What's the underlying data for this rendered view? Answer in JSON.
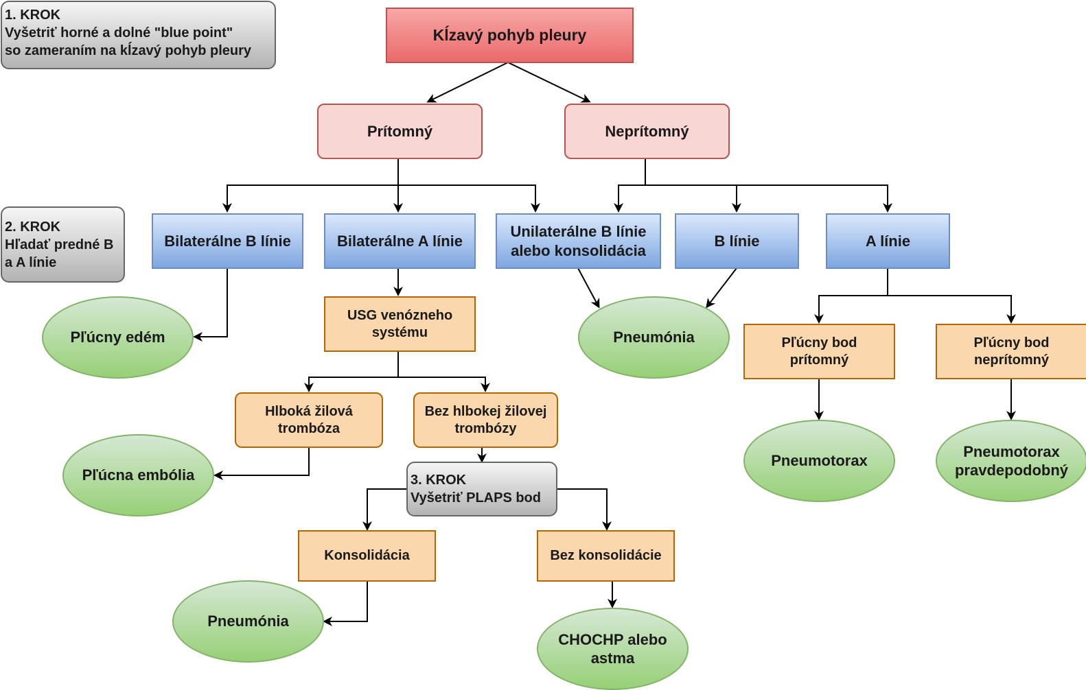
{
  "steps": {
    "step1": "1. KROK\nVyšetriť horné a dolné \"blue point\"\nso zameraním na kĺzavý pohyb pleury",
    "step2": "2. KROK\nHľadať predné B\na A línie",
    "step3": "3. KROK\nVyšetriť PLAPS bod"
  },
  "nodes": {
    "root": "Kĺzavý pohyb pleury",
    "present": "Prítomný",
    "absent": "Neprítomný",
    "bilat_b": "Bilaterálne B línie",
    "bilat_a": "Bilaterálne A línie",
    "unilat_b": "Unilaterálne B línie\nalebo konsolidácia",
    "b_lines": "B línie",
    "a_lines": "A línie",
    "pulm_edema": "Pľúcny edém",
    "usg": "USG venózneho\nsystému",
    "pneumonia_1": "Pneumónia",
    "lung_point_present": "Pľúcny bod\nprítomný",
    "lung_point_absent": "Pľúcny bod\nneprítomný",
    "dvt": "Hlboká žilová\ntrombóza",
    "no_dvt": "Bez hlbokej žilovej\ntrombózy",
    "pulm_embolism": "Pľúcna embólia",
    "pneumothorax": "Pneumotorax",
    "pneumothorax_probable": "Pneumotorax\npravdepodobný",
    "consolidation": "Konsolidácia",
    "no_consolidation": "Bez konsolidácie",
    "pneumonia_2": "Pneumónia",
    "copd_asthma": "CHOCHP alebo\nastma"
  }
}
